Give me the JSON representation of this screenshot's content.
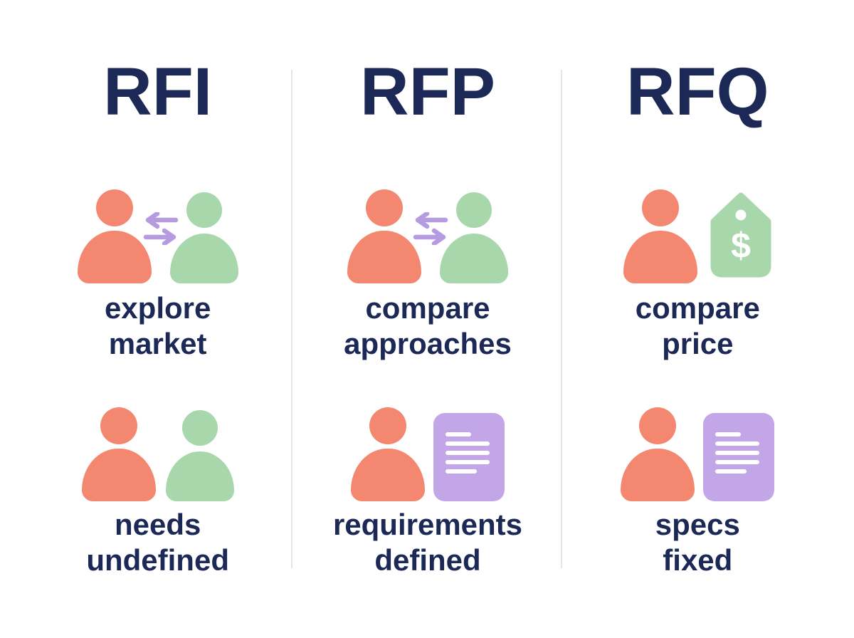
{
  "page": {
    "background": "#ffffff"
  },
  "colors": {
    "navy_text": "#1c2957",
    "coral_person": "#f4876f",
    "green_person": "#a8d7ab",
    "purple_arrows": "#b79be0",
    "purple_document": "#c3a6e8",
    "green_pricetag": "#a8d7ab",
    "divider": "#e5e5f0"
  },
  "pricetag": {
    "symbol": "$"
  },
  "columns": [
    {
      "title": "RFI",
      "row1": {
        "icon": "people-exchange-icon",
        "caption_line1": "explore",
        "caption_line2": "market"
      },
      "row2": {
        "icon": "people-pair-icon",
        "caption_line1": "needs",
        "caption_line2": "undefined"
      }
    },
    {
      "title": "RFP",
      "row1": {
        "icon": "people-exchange-icon",
        "caption_line1": "compare",
        "caption_line2": "approaches"
      },
      "row2": {
        "icon": "person-document-icon",
        "caption_line1": "requirements",
        "caption_line2": "defined"
      }
    },
    {
      "title": "RFQ",
      "row1": {
        "icon": "person-pricetag-icon",
        "caption_line1": "compare",
        "caption_line2": "price"
      },
      "row2": {
        "icon": "person-document-icon",
        "caption_line1": "specs",
        "caption_line2": "fixed"
      }
    }
  ]
}
